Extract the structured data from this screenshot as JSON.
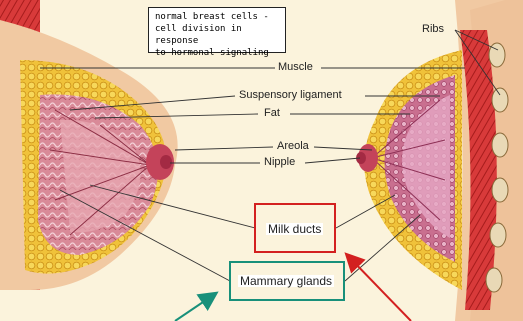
{
  "note": {
    "lines": [
      "normal breast cells -",
      "cell division in response",
      "to hormonal signaling"
    ]
  },
  "labels": {
    "ribs": "Ribs",
    "muscle": "Muscle",
    "suspensory_ligament": "Suspensory ligament",
    "fat": "Fat",
    "areola": "Areola",
    "nipple": "Nipple",
    "milk_ducts": "Milk ducts",
    "mammary_glands": "Mammary glands"
  },
  "highlight_colors": {
    "milk_ducts_box": "#d32020",
    "mammary_glands_box": "#18907a"
  }
}
